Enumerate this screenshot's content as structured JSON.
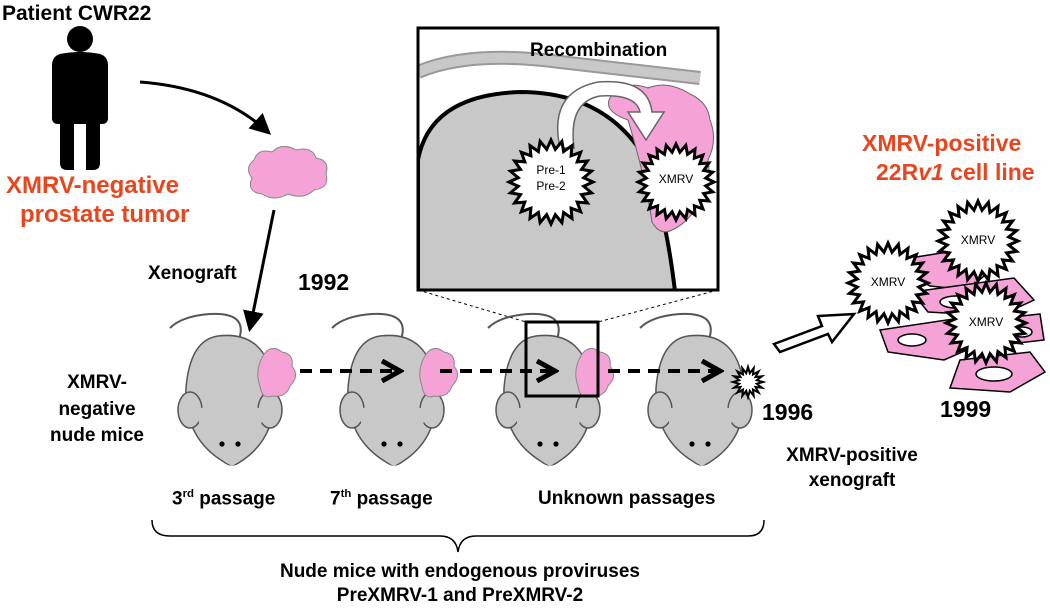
{
  "patient": {
    "title": "Patient CWR22"
  },
  "tumor": {
    "line1": "XMRV-negative",
    "line2": "prostate tumor"
  },
  "xenograft_label": "Xenograft",
  "year_1992": "1992",
  "mice_label": {
    "line1": "XMRV-",
    "line2": "negative",
    "line3": "nude mice"
  },
  "inset": {
    "title": "Recombination",
    "pre1": "Pre-1",
    "pre2": "Pre-2",
    "virus": "XMRV"
  },
  "passages": [
    {
      "main": "3",
      "sup": "rd",
      "suffix": " passage"
    },
    {
      "main": "7",
      "sup": "th",
      "suffix": " passage"
    },
    {
      "main": "Unknown passages",
      "sup": "",
      "suffix": ""
    }
  ],
  "year_1996": "1996",
  "xenograft_pos": {
    "line1": "XMRV-positive",
    "line2": "xenograft"
  },
  "cell_line": {
    "line1": "XMRV-positive",
    "line2_pre": "22R",
    "line2_italic": "v1",
    "line2_post": " cell line"
  },
  "cell_viruses": [
    "XMRV",
    "XMRV",
    "XMRV"
  ],
  "year_1999": "1999",
  "bottom": {
    "line1": "Nude mice with endogenous proviruses",
    "line2": "PreXMRV-1 and PreXMRV-2"
  },
  "colors": {
    "tumor_pink": "#f5a3d6",
    "mouse_gray": "#c8c8c8",
    "label_red": "#e8461f"
  }
}
